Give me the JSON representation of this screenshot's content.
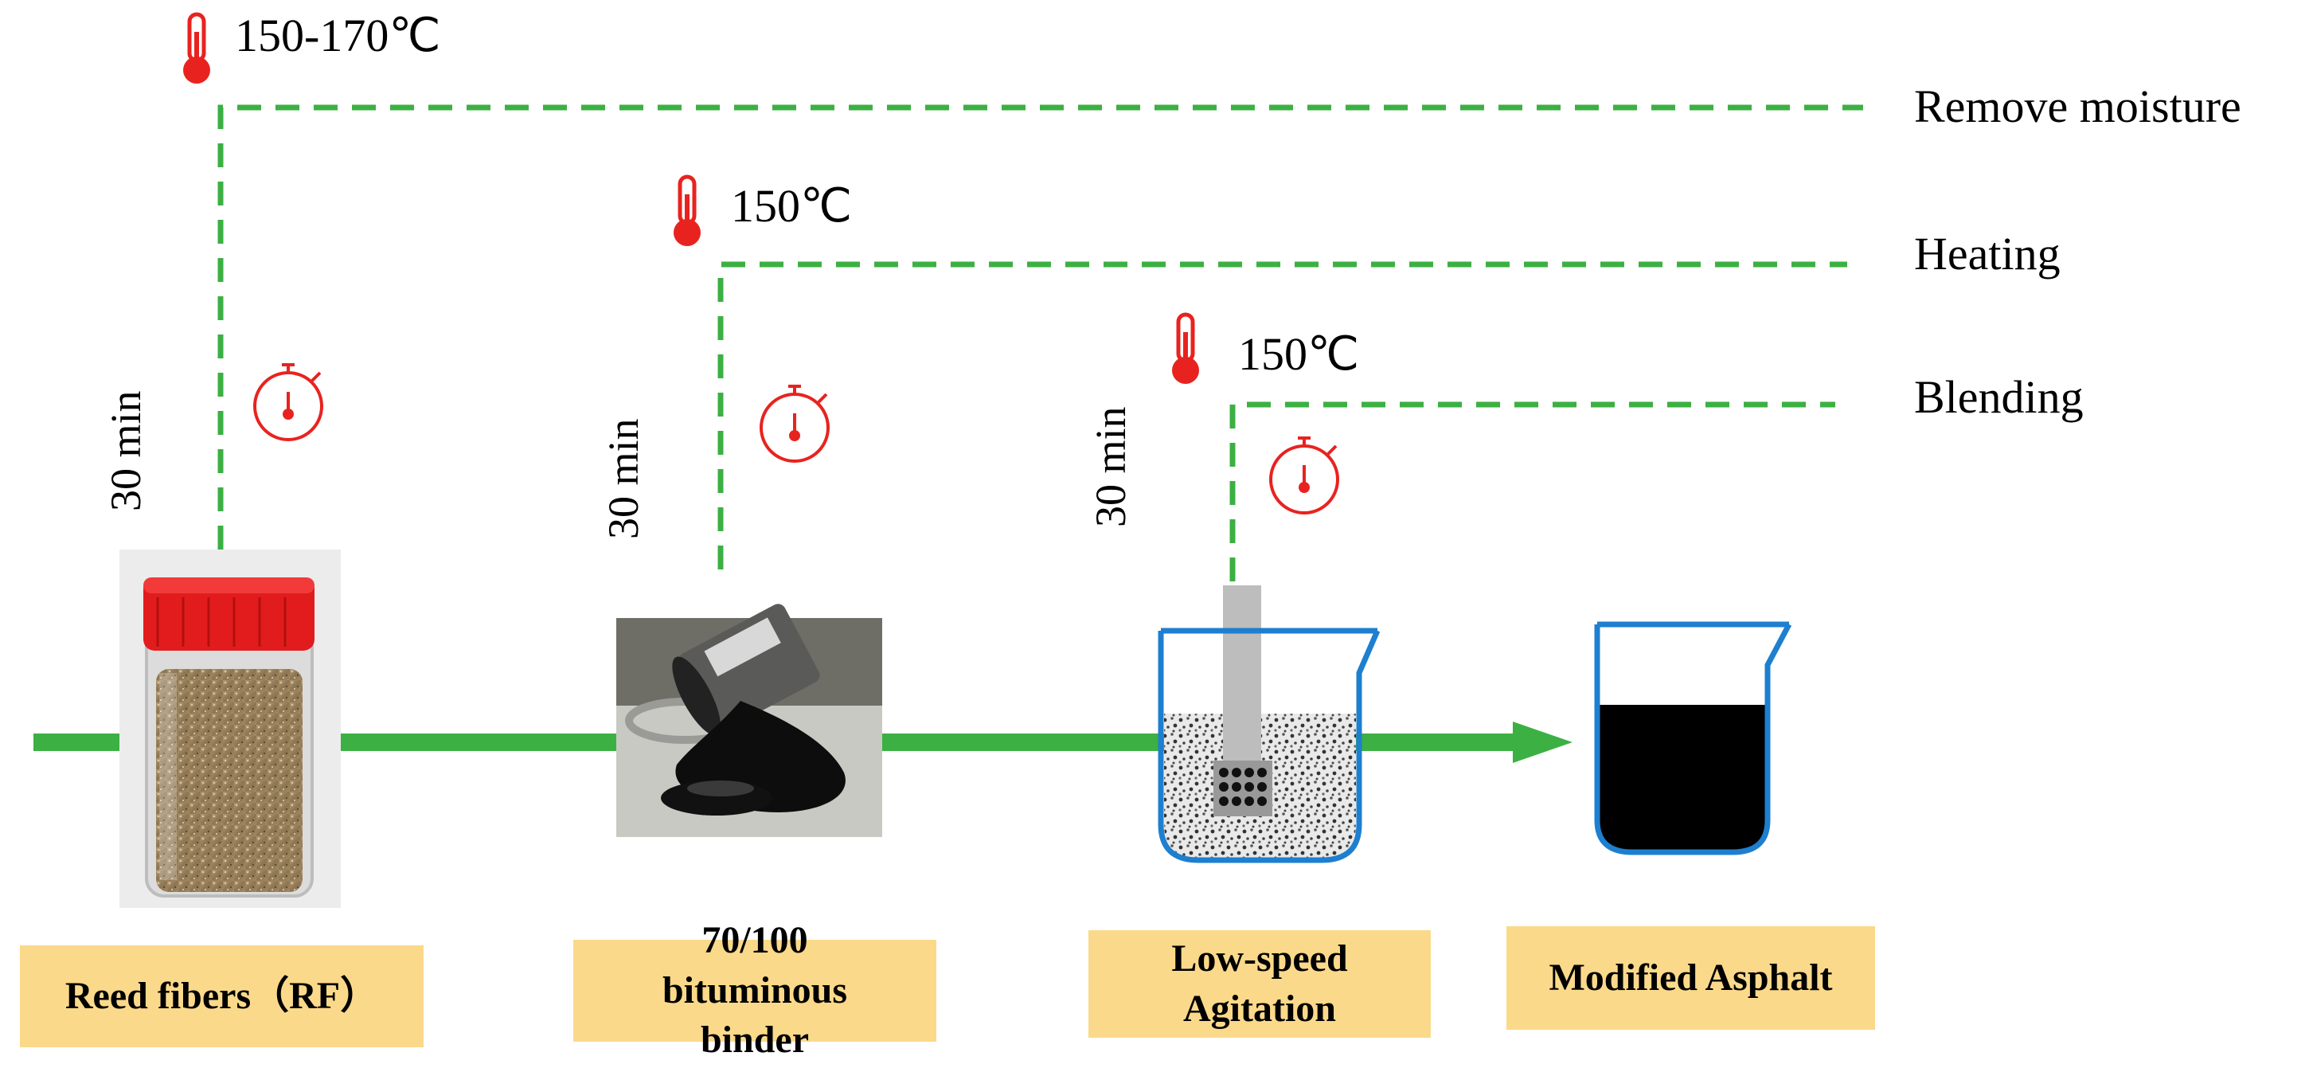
{
  "steps": [
    {
      "label": "Remove moisture",
      "temperature": "150-170℃",
      "time": "30 min"
    },
    {
      "label": "Heating",
      "temperature": "150℃",
      "time": "30 min"
    },
    {
      "label": "Blending",
      "temperature": "150℃",
      "time": "30 min"
    }
  ],
  "materials": [
    {
      "label": "Reed fibers（RF）",
      "image": "reed-fiber-jar"
    },
    {
      "label": "70/100 bituminous binder",
      "image": "asphalt-can-photo"
    },
    {
      "label": "Low-speed Agitation",
      "image": "beaker-with-stirrer"
    },
    {
      "label": "Modified Asphalt",
      "image": "beaker-with-asphalt"
    }
  ],
  "colors": {
    "dash_line": "#3cb043",
    "flow_arrow": "#3cb043",
    "icon_red": "#e8231f",
    "label_fill": "#fbd98a",
    "beaker_outline": "#1e7fd0"
  },
  "icons": [
    "thermometer-icon",
    "stopwatch-icon"
  ]
}
